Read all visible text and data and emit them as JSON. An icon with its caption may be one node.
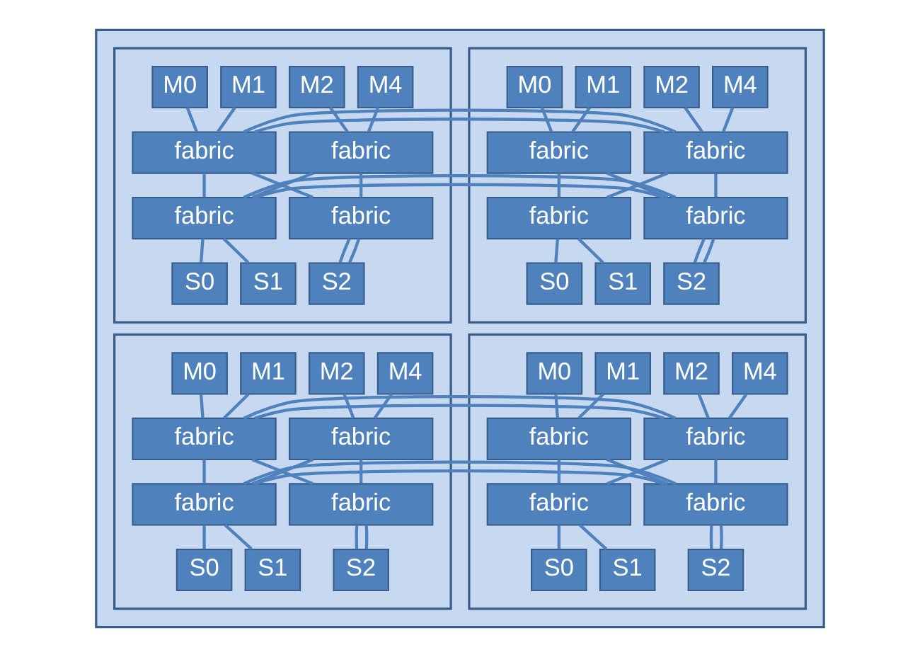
{
  "diagram": {
    "nodes": [
      {
        "text": [],
        "shape": "box"
      },
      {
        "text": [],
        "shape": "box",
        "in": 0
      },
      {
        "text": [
          "M0"
        ],
        "in": 1
      },
      {
        "text": [
          "M1"
        ],
        "in": 1
      },
      {
        "text": [
          "M2"
        ],
        "in": 1
      },
      {
        "text": [
          "M4"
        ],
        "in": 1
      },
      {
        "text": [
          "fabric"
        ],
        "in": 1
      },
      {
        "text": [
          "fabric"
        ],
        "in": 1
      },
      {
        "text": [
          "fabric"
        ],
        "in": 1
      },
      {
        "text": [
          "fabric"
        ],
        "in": 1
      },
      {
        "text": [
          "S0"
        ],
        "in": 1
      },
      {
        "text": [
          "S1"
        ],
        "in": 1
      },
      {
        "text": [
          "S2"
        ],
        "in": 1
      },
      {
        "text": [],
        "shape": "box",
        "in": 0
      },
      {
        "text": [
          "M0"
        ],
        "in": 13
      },
      {
        "text": [
          "M1"
        ],
        "in": 13
      },
      {
        "text": [
          "M2"
        ],
        "in": 13
      },
      {
        "text": [
          "M4"
        ],
        "in": 13
      },
      {
        "text": [
          "fabric"
        ],
        "in": 13
      },
      {
        "text": [
          "fabric"
        ],
        "in": 13
      },
      {
        "text": [
          "fabric"
        ],
        "in": 13
      },
      {
        "text": [
          "fabric"
        ],
        "in": 13
      },
      {
        "text": [
          "S0"
        ],
        "in": 13
      },
      {
        "text": [
          "S1"
        ],
        "in": 13
      },
      {
        "text": [
          "S2"
        ],
        "in": 13
      },
      {
        "text": [],
        "shape": "box",
        "in": 0
      },
      {
        "text": [
          "M0"
        ],
        "in": 25
      },
      {
        "text": [
          "M1"
        ],
        "in": 25
      },
      {
        "text": [
          "M2"
        ],
        "in": 25
      },
      {
        "text": [
          "M4"
        ],
        "in": 25
      },
      {
        "text": [
          "fabric"
        ],
        "in": 25
      },
      {
        "text": [
          "fabric"
        ],
        "in": 25
      },
      {
        "text": [
          "fabric"
        ],
        "in": 25
      },
      {
        "text": [
          "fabric"
        ],
        "in": 25
      },
      {
        "text": [
          "S0"
        ],
        "in": 25
      },
      {
        "text": [
          "S1"
        ],
        "in": 25
      },
      {
        "text": [
          "S2"
        ],
        "in": 25
      },
      {
        "text": [],
        "shape": "box",
        "in": 0
      },
      {
        "text": [
          "M0"
        ],
        "in": 37
      },
      {
        "text": [
          "M1"
        ],
        "in": 37
      },
      {
        "text": [
          "M2"
        ],
        "in": 37
      },
      {
        "text": [
          "M4"
        ],
        "in": 37
      },
      {
        "text": [
          "fabric"
        ],
        "in": 37
      },
      {
        "text": [
          "fabric"
        ],
        "in": 37
      },
      {
        "text": [
          "fabric"
        ],
        "in": 37
      },
      {
        "text": [
          "fabric"
        ],
        "in": 37
      },
      {
        "text": [
          "S0"
        ],
        "in": 37
      },
      {
        "text": [
          "S1"
        ],
        "in": 37
      },
      {
        "text": [
          "S2"
        ],
        "in": 37
      }
    ],
    "edges": [
      {
        "from": 2,
        "to": 6,
        "arrow": "none"
      },
      {
        "from": 3,
        "to": 6,
        "arrow": "none"
      },
      {
        "from": 4,
        "to": 7,
        "arrow": "none"
      },
      {
        "from": 5,
        "to": 7,
        "arrow": "none"
      },
      {
        "from": 6,
        "to": 8,
        "arrow": "none"
      },
      {
        "from": 6,
        "to": 9,
        "arrow": "none"
      },
      {
        "from": 7,
        "to": 8,
        "arrow": "none"
      },
      {
        "from": 7,
        "to": 9,
        "arrow": "none"
      },
      {
        "from": 8,
        "to": 10,
        "arrow": "none"
      },
      {
        "from": 8,
        "to": 11,
        "arrow": "none"
      },
      {
        "from": 9,
        "to": 12,
        "arrow": "none"
      },
      {
        "from": 9,
        "to": 12,
        "arrow": "none"
      },
      {
        "from": 14,
        "to": 18,
        "arrow": "none"
      },
      {
        "from": 15,
        "to": 18,
        "arrow": "none"
      },
      {
        "from": 16,
        "to": 19,
        "arrow": "none"
      },
      {
        "from": 17,
        "to": 19,
        "arrow": "none"
      },
      {
        "from": 18,
        "to": 20,
        "arrow": "none"
      },
      {
        "from": 18,
        "to": 21,
        "arrow": "none"
      },
      {
        "from": 19,
        "to": 20,
        "arrow": "none"
      },
      {
        "from": 19,
        "to": 21,
        "arrow": "none"
      },
      {
        "from": 20,
        "to": 22,
        "arrow": "none"
      },
      {
        "from": 20,
        "to": 23,
        "arrow": "none"
      },
      {
        "from": 21,
        "to": 24,
        "arrow": "none"
      },
      {
        "from": 21,
        "to": 24,
        "arrow": "none"
      },
      {
        "from": 26,
        "to": 30,
        "arrow": "none"
      },
      {
        "from": 27,
        "to": 30,
        "arrow": "none"
      },
      {
        "from": 28,
        "to": 31,
        "arrow": "none"
      },
      {
        "from": 29,
        "to": 31,
        "arrow": "none"
      },
      {
        "from": 30,
        "to": 32,
        "arrow": "none"
      },
      {
        "from": 30,
        "to": 33,
        "arrow": "none"
      },
      {
        "from": 31,
        "to": 32,
        "arrow": "none"
      },
      {
        "from": 31,
        "to": 33,
        "arrow": "none"
      },
      {
        "from": 32,
        "to": 34,
        "arrow": "none"
      },
      {
        "from": 32,
        "to": 35,
        "arrow": "none"
      },
      {
        "from": 33,
        "to": 36,
        "arrow": "none"
      },
      {
        "from": 33,
        "to": 36,
        "arrow": "none"
      },
      {
        "from": 38,
        "to": 42,
        "arrow": "none"
      },
      {
        "from": 39,
        "to": 42,
        "arrow": "none"
      },
      {
        "from": 40,
        "to": 43,
        "arrow": "none"
      },
      {
        "from": 41,
        "to": 43,
        "arrow": "none"
      },
      {
        "from": 42,
        "to": 44,
        "arrow": "none"
      },
      {
        "from": 42,
        "to": 45,
        "arrow": "none"
      },
      {
        "from": 43,
        "to": 44,
        "arrow": "none"
      },
      {
        "from": 43,
        "to": 45,
        "arrow": "none"
      },
      {
        "from": 44,
        "to": 46,
        "arrow": "none"
      },
      {
        "from": 44,
        "to": 47,
        "arrow": "none"
      },
      {
        "from": 45,
        "to": 48,
        "arrow": "none"
      },
      {
        "from": 45,
        "to": 48,
        "arrow": "none"
      },
      {
        "from": 1,
        "to": 13,
        "arrow": "none"
      },
      {
        "from": 1,
        "to": 13,
        "arrow": "none"
      },
      {
        "from": 25,
        "to": 37,
        "arrow": "none"
      },
      {
        "from": 25,
        "to": 37,
        "arrow": "none"
      }
    ]
  }
}
